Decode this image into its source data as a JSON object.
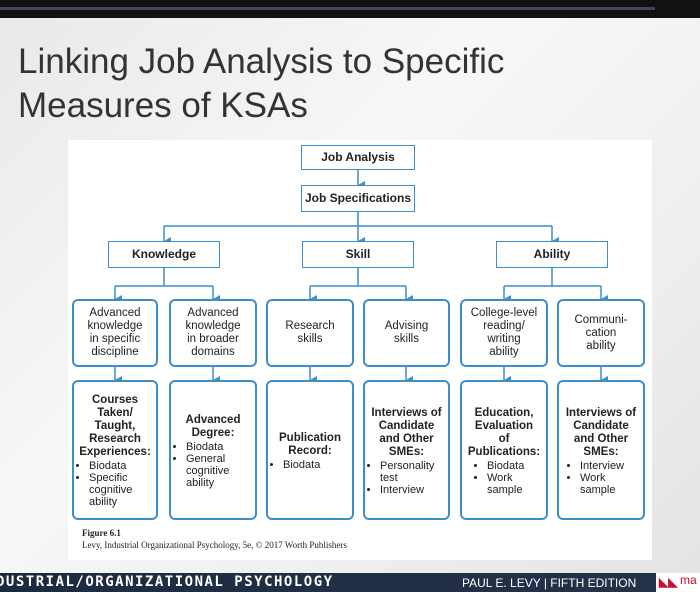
{
  "slide": {
    "title_line1": "Linking Job Analysis to Specific",
    "title_line2": "Measures of KSAs"
  },
  "diagram": {
    "root": "Job Analysis",
    "specs": "Job Specifications",
    "categories": [
      "Knowledge",
      "Skill",
      "Ability"
    ],
    "traits": [
      [
        "Advanced",
        "knowledge",
        "in specific",
        "discipline"
      ],
      [
        "Advanced",
        "knowledge",
        "in broader",
        "domains"
      ],
      [
        "Research",
        "skills"
      ],
      [
        "Advising",
        "skills"
      ],
      [
        "College-level",
        "reading/",
        "writing",
        "ability"
      ],
      [
        "Communi-",
        "cation",
        "ability"
      ]
    ],
    "evidence": [
      {
        "head": [
          "Courses",
          "Taken/",
          "Taught,",
          "Research",
          "Experiences:"
        ],
        "items": [
          "Biodata",
          "Specific cognitive ability"
        ]
      },
      {
        "head": [
          "Advanced",
          "Degree:"
        ],
        "items": [
          "Biodata",
          "General cognitive ability"
        ]
      },
      {
        "head": [
          "Publication",
          "Record:"
        ],
        "items": [
          "Biodata"
        ]
      },
      {
        "head": [
          "Interviews of",
          "Candidate",
          "and Other",
          "SMEs:"
        ],
        "items": [
          "Personality test",
          "Interview"
        ]
      },
      {
        "head": [
          "Education,",
          "Evaluation",
          "of",
          "Publications:"
        ],
        "items": [
          "Biodata",
          "Work sample"
        ]
      },
      {
        "head": [
          "Interviews of",
          "Candidate",
          "and Other",
          "SMEs:"
        ],
        "items": [
          "Interview",
          "Work sample"
        ]
      }
    ],
    "figure_label": "Figure 6.1",
    "figure_source": "Levy, Industrial Organizational Psychology, 5e, © 2017 Worth Publishers"
  },
  "footer": {
    "left": "DUSTRIAL/ORGANIZATIONAL PSYCHOLOGY",
    "right": "PAUL E. LEVY | FIFTH EDITION",
    "logo_text": "ma"
  },
  "colors": {
    "box_border": "#3e8ec9",
    "arrow": "#3e8ec9",
    "footer_bg": "#1d2a3e",
    "logo_red": "#c8102e"
  }
}
